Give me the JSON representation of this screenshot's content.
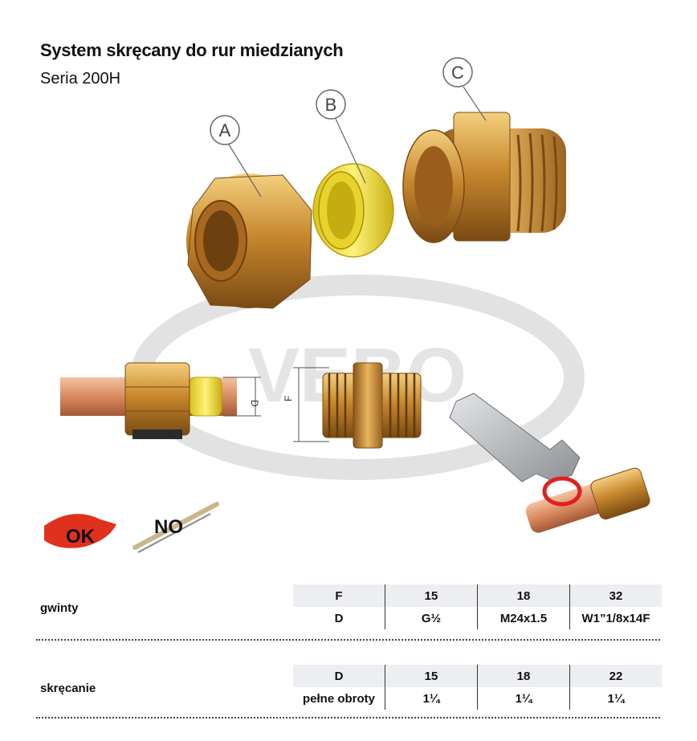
{
  "header": {
    "title": "System skręcany do rur miedzianych",
    "subtitle": "Seria 200H"
  },
  "illustration": {
    "watermark": "VEBO",
    "part_labels": [
      "A",
      "B",
      "C"
    ],
    "dimension_labels": {
      "d": "D",
      "f": "F"
    },
    "ok_label": "OK",
    "no_label": "NO",
    "colors": {
      "brass": "#c8892e",
      "ring": "#f1e23a",
      "copper": "#d98a5f",
      "watermark": "#e2e2e2"
    }
  },
  "tables": {
    "threads": {
      "label": "gwinty",
      "rows": [
        [
          "F",
          "15",
          "18",
          "32"
        ],
        [
          "D",
          "G½",
          "M24x1.5",
          "W1”1/8x14F"
        ]
      ]
    },
    "tightening": {
      "label": "skręcanie",
      "rows": [
        [
          "D",
          "15",
          "18",
          "22"
        ],
        [
          "pełne obroty",
          "1¼",
          "1¼",
          "1¼"
        ]
      ]
    }
  }
}
